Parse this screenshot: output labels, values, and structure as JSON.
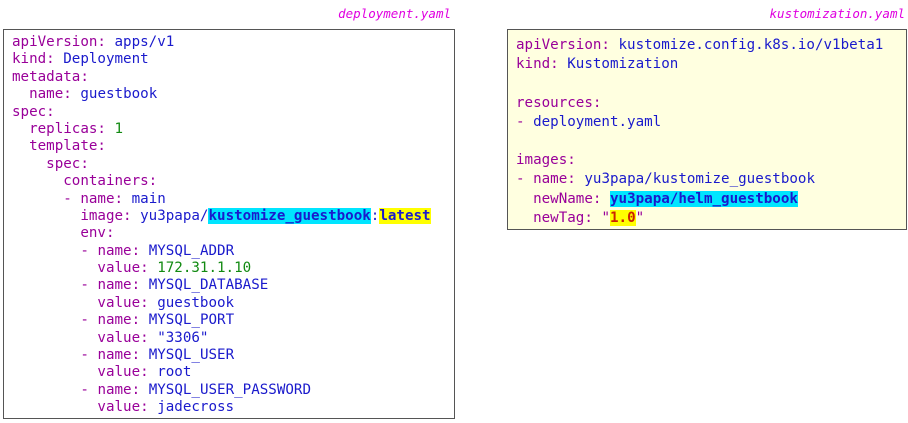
{
  "deployment": {
    "filename": "deployment.yaml",
    "apiVersion_key": "apiVersion:",
    "apiVersion_val": "apps/v1",
    "kind_key": "kind:",
    "kind_val": "Deployment",
    "metadata_key": "metadata:",
    "name_key": "name:",
    "name_val": "guestbook",
    "spec_key": "spec:",
    "replicas_key": "replicas:",
    "replicas_val": "1",
    "template_key": "template:",
    "inner_spec_key": "spec:",
    "containers_key": "containers:",
    "container_name_key": "name:",
    "container_name_val": "main",
    "image_key": "image:",
    "image_repo": "yu3papa/",
    "image_name": "kustomize_guestbook",
    "image_sep": ":",
    "image_tag": "latest",
    "env_key": "env:",
    "env": [
      {
        "name": "MYSQL_ADDR",
        "value": "172.31.1.10",
        "numeric": true
      },
      {
        "name": "MYSQL_DATABASE",
        "value": "guestbook",
        "numeric": false
      },
      {
        "name": "MYSQL_PORT",
        "value": "\"3306\"",
        "numeric": false
      },
      {
        "name": "MYSQL_USER",
        "value": "root",
        "numeric": false
      },
      {
        "name": "MYSQL_USER_PASSWORD",
        "value": "jadecross",
        "numeric": false
      }
    ],
    "env_name_key": "name:",
    "env_value_key": "value:"
  },
  "kustomization": {
    "filename": "kustomization.yaml",
    "apiVersion_key": "apiVersion:",
    "apiVersion_val": "kustomize.config.k8s.io/v1beta1",
    "kind_key": "kind:",
    "kind_val": "Kustomization",
    "resources_key": "resources:",
    "resource_item": "deployment.yaml",
    "images_key": "images:",
    "image_name_key": "name:",
    "image_name_val": "yu3papa/kustomize_guestbook",
    "newName_key": "newName:",
    "newName_val": "yu3papa/helm_guestbook",
    "newTag_key": "newTag:",
    "newTag_quote_open": "\"",
    "newTag_val": "1.0",
    "newTag_quote_close": "\""
  },
  "colors": {
    "key": "#990099",
    "value": "#1a1acc",
    "number": "#128a12",
    "highlight_cyan": "#00e5ff",
    "highlight_yellow": "#ffff00",
    "label_magenta": "#e000e0"
  }
}
